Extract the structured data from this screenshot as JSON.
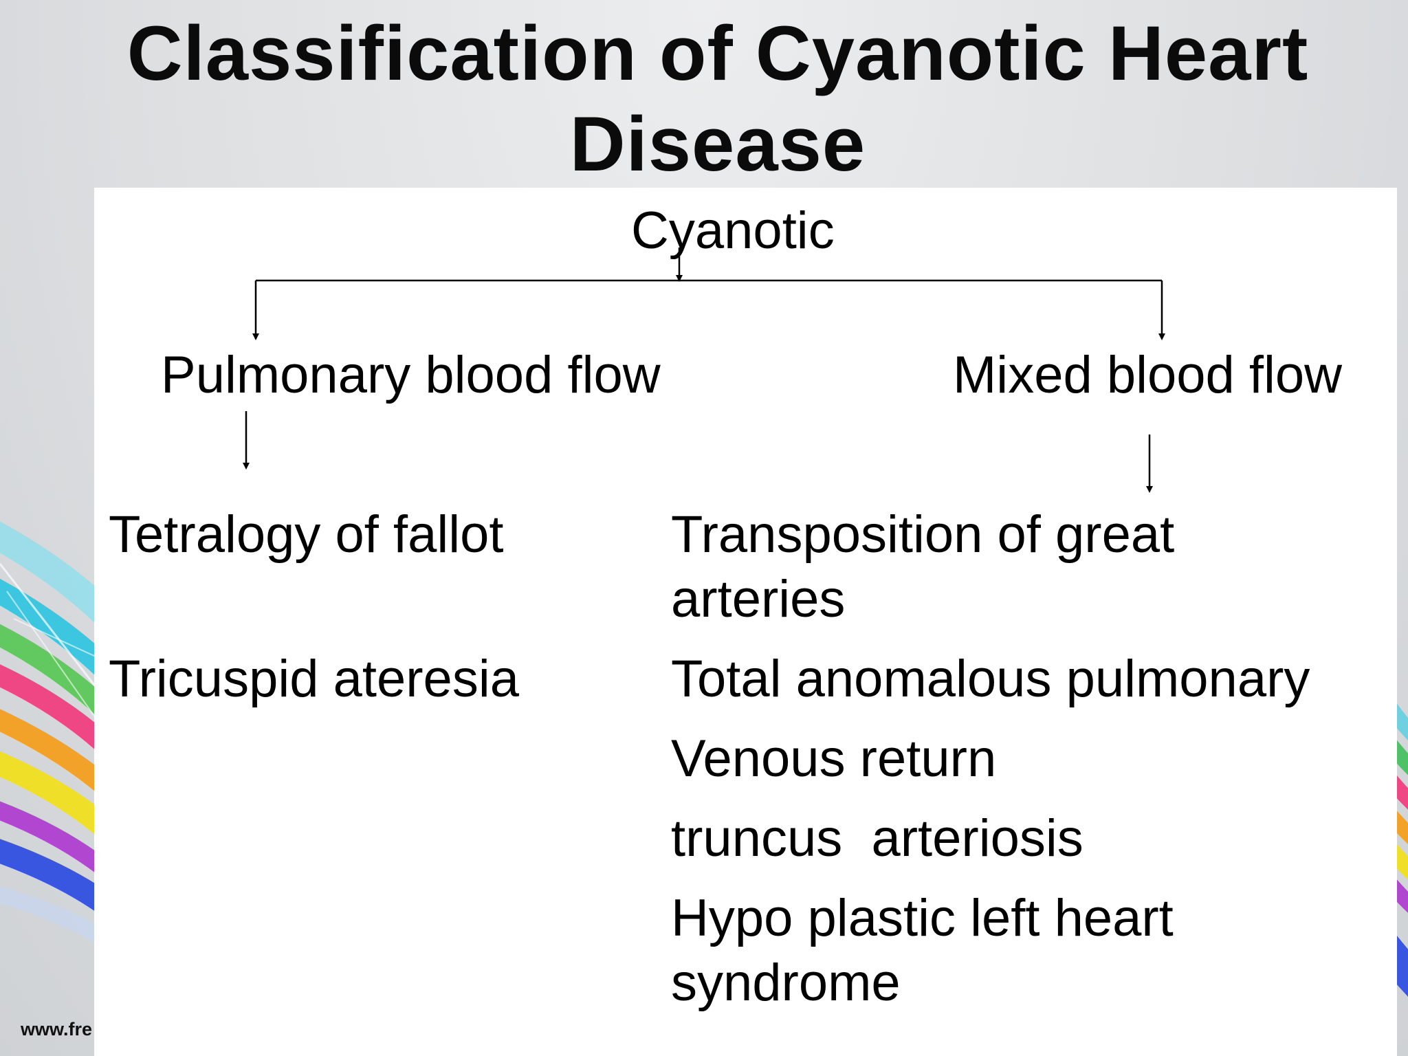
{
  "slide": {
    "title_line1": "Classification of Cyanotic Heart",
    "title_line2": "Disease",
    "footer_url": "www.fre"
  },
  "diagram": {
    "root": "Cyanotic",
    "branches": [
      {
        "label": "Pulmonary blood flow",
        "children": [
          "Tetralogy of fallot",
          "Tricuspid ateresia"
        ]
      },
      {
        "label": "Mixed blood flow",
        "children": [
          [
            "Transposition of great",
            "arteries"
          ],
          [
            "Total anomalous pulmonary"
          ],
          [
            "Venous return"
          ],
          [
            "truncus  arteriosis"
          ],
          [
            "Hypo plastic left heart",
            "syndrome"
          ]
        ]
      }
    ]
  }
}
